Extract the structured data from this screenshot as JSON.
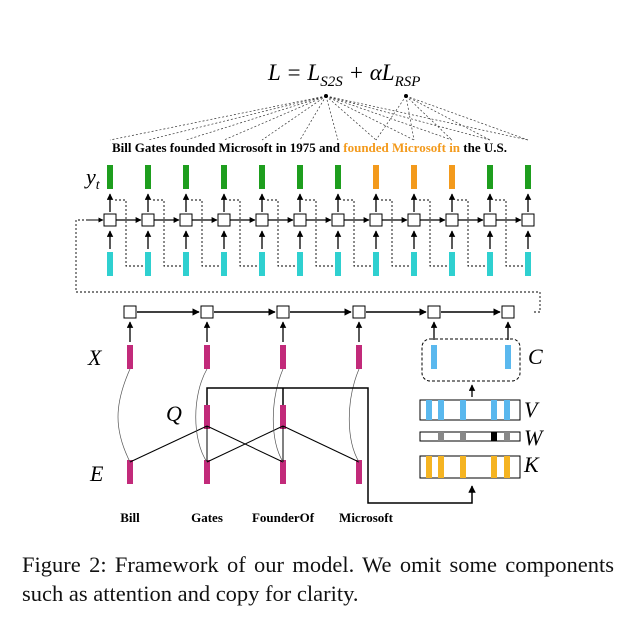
{
  "formula": {
    "lhs": "L = L",
    "sub1": "S2S",
    "mid": " + αL",
    "sub2": "RSP"
  },
  "sentence": {
    "part1": "Bill Gates founded Microsoft in 1975 and ",
    "part2": "founded Microsoft in",
    "part3": " the U.S."
  },
  "labels": {
    "y": "y",
    "y_sub": "t",
    "X": "X",
    "Q": "Q",
    "E": "E",
    "C": "C",
    "V": "V",
    "W": "W",
    "K": "K"
  },
  "entities": [
    "Bill",
    "Gates",
    "FounderOf",
    "Microsoft"
  ],
  "colors": {
    "green": "#1e9e1e",
    "orange": "#f39a1c",
    "cyan": "#2fd0d0",
    "magenta": "#c22a7a",
    "blue": "#5ab8ee",
    "gold": "#f5b422",
    "gray": "#888888",
    "black": "#000000"
  },
  "caption": "Figure 2: Framework of our model. We omit some components such as attention and copy for clarity."
}
